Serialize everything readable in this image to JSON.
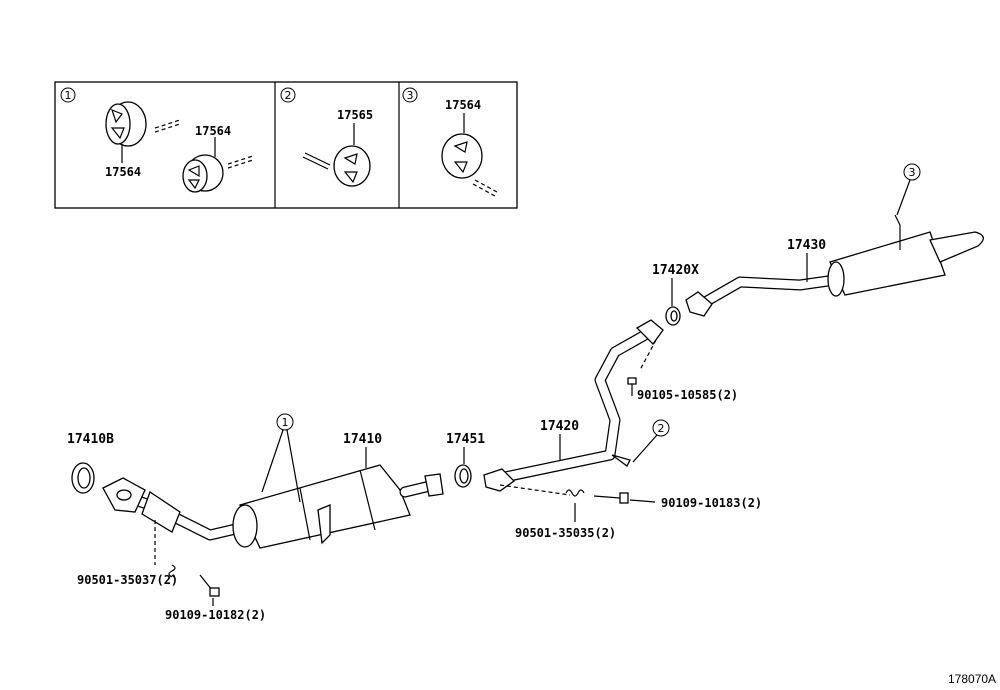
{
  "inset": {
    "panels": [
      {
        "callout": "1",
        "parts": [
          "17564",
          "17564"
        ]
      },
      {
        "callout": "2",
        "parts": [
          "17565"
        ]
      },
      {
        "callout": "3",
        "parts": [
          "17564"
        ]
      }
    ]
  },
  "callouts": {
    "c1": "1",
    "c2": "2",
    "c3": "3"
  },
  "parts": {
    "p17410B": "17410B",
    "p17410": "17410",
    "p17451": "17451",
    "p17420": "17420",
    "p17420X": "17420X",
    "p17430": "17430",
    "b90105": "90105-10585(2)",
    "b90109_183": "90109-10183(2)",
    "s90501_035": "90501-35035(2)",
    "s90501_037": "90501-35037(2)",
    "b90109_182": "90109-10182(2)"
  },
  "diagram_id": "178070A"
}
